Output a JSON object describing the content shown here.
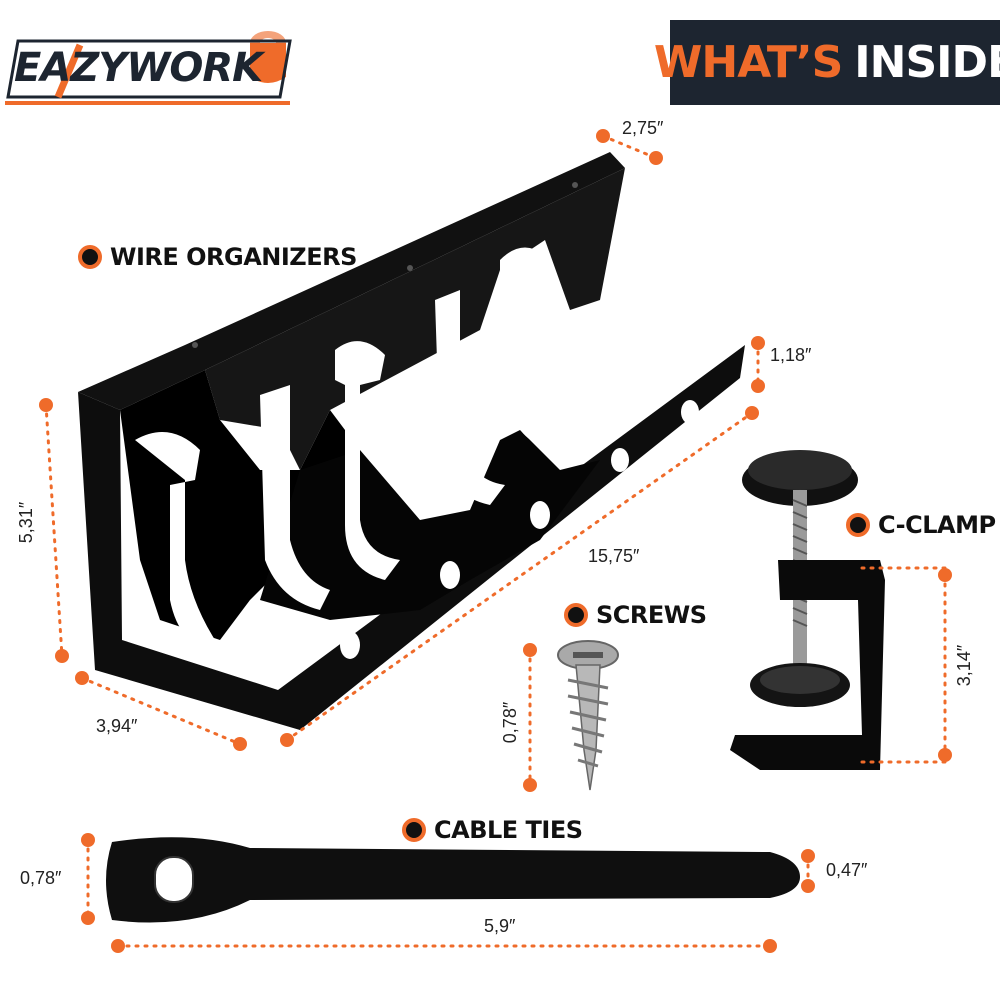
{
  "brand": {
    "logo_text": "EAZYWORK"
  },
  "banner": {
    "part1": "WHAT’S",
    "part2": "INSIDE"
  },
  "labels": {
    "wire_organizers": "WIRE ORGANIZERS",
    "c_clamp": "C-CLAMP",
    "screws": "SCREWS",
    "cable_ties": "CABLE TIES"
  },
  "dimensions": {
    "organizer_width": "2,75″",
    "organizer_lip": "1,18″",
    "organizer_height": "5,31″",
    "organizer_length": "15,75″",
    "organizer_depth": "3,94″",
    "screw_length": "0,78″",
    "clamp_height": "3,14″",
    "tie_width_left": "0,78″",
    "tie_width_right": "0,47″",
    "tie_length": "5,9″"
  },
  "colors": {
    "accent": "#ef6b2a",
    "banner_bg": "#1d2530",
    "product": "#0d0d0d"
  }
}
